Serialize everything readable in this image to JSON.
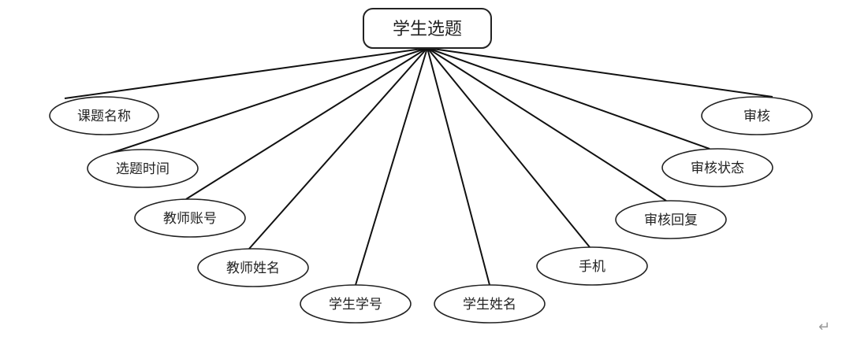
{
  "entity": {
    "label": "学生选题"
  },
  "attributes": [
    {
      "id": "topic-name",
      "label": "课题名称"
    },
    {
      "id": "select-time",
      "label": "选题时间"
    },
    {
      "id": "teacher-account",
      "label": "教师账号"
    },
    {
      "id": "teacher-name",
      "label": "教师姓名"
    },
    {
      "id": "student-id",
      "label": "学生学号"
    },
    {
      "id": "student-name",
      "label": "学生姓名"
    },
    {
      "id": "phone",
      "label": "手机"
    },
    {
      "id": "review-reply",
      "label": "审核回复"
    },
    {
      "id": "review-status",
      "label": "审核状态"
    },
    {
      "id": "review",
      "label": "审核"
    }
  ],
  "paragraph_mark": "↵"
}
